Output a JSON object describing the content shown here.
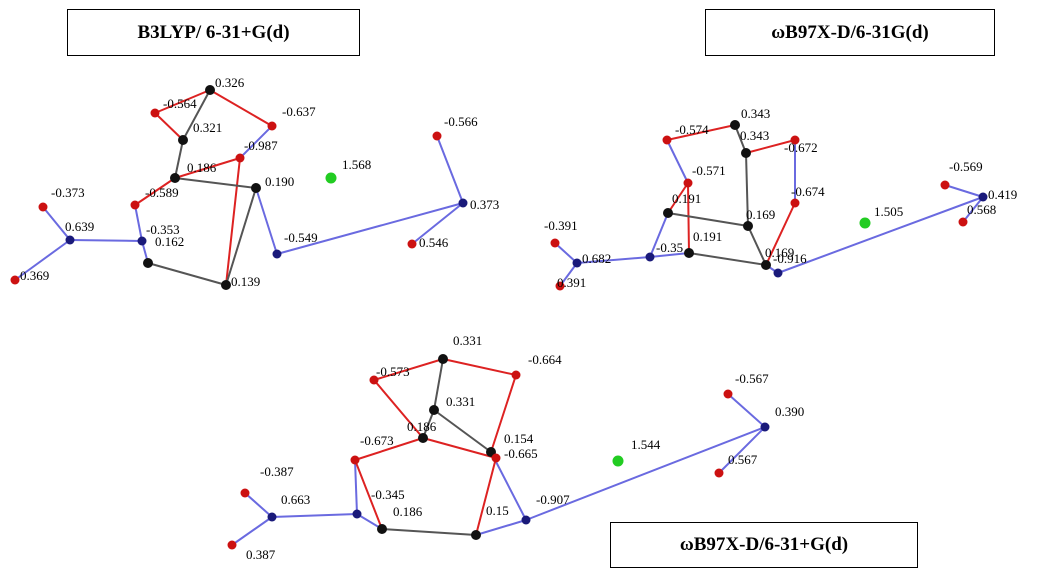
{
  "structures": [
    {
      "method": "B3LYP/ 6-31+G(d)",
      "atoms": [
        {
          "el": "C",
          "label": "0.326"
        },
        {
          "el": "O",
          "label": "-0.564"
        },
        {
          "el": "O",
          "label": "-0.637"
        },
        {
          "el": "C",
          "label": "0.321"
        },
        {
          "el": "O",
          "label": "-0.987"
        },
        {
          "el": "C",
          "label": "0.186"
        },
        {
          "el": "C",
          "label": "0.190"
        },
        {
          "el": "O",
          "label": "-0.589"
        },
        {
          "el": "N",
          "label": "-0.353"
        },
        {
          "el": "C",
          "label": "0.162"
        },
        {
          "el": "C",
          "label": "0.139"
        },
        {
          "el": "N",
          "label": "-0.549"
        },
        {
          "el": "N",
          "label": "0.639"
        },
        {
          "el": "O",
          "label": "-0.373"
        },
        {
          "el": "O",
          "label": "0.369"
        },
        {
          "el": "Cl",
          "label": "1.568"
        },
        {
          "el": "N",
          "label": "0.373"
        },
        {
          "el": "O",
          "label": "-0.566"
        },
        {
          "el": "O",
          "label": "0.546"
        }
      ]
    },
    {
      "method": "ωB97X-D/6-31G(d)",
      "atoms": [
        {
          "el": "C",
          "label": "0.343"
        },
        {
          "el": "O",
          "label": "-0.574"
        },
        {
          "el": "C",
          "label": "0.343"
        },
        {
          "el": "O",
          "label": "-0.672"
        },
        {
          "el": "O",
          "label": "-0.571"
        },
        {
          "el": "O",
          "label": "-0.674"
        },
        {
          "el": "C",
          "label": "0.191"
        },
        {
          "el": "C",
          "label": "0.169"
        },
        {
          "el": "N",
          "label": "-0.35"
        },
        {
          "el": "C",
          "label": "0.191"
        },
        {
          "el": "C",
          "label": "0.169"
        },
        {
          "el": "N",
          "label": "-0.916"
        },
        {
          "el": "N",
          "label": "0.682"
        },
        {
          "el": "O",
          "label": "-0.391"
        },
        {
          "el": "O",
          "label": "0.391"
        },
        {
          "el": "Cl",
          "label": "1.505"
        },
        {
          "el": "N",
          "label": "0.419"
        },
        {
          "el": "O",
          "label": "-0.569"
        },
        {
          "el": "O",
          "label": "0.568"
        }
      ]
    },
    {
      "method": "ωB97X-D/6-31+G(d)",
      "atoms": [
        {
          "el": "C",
          "label": "0.331"
        },
        {
          "el": "O",
          "label": "-0.573"
        },
        {
          "el": "O",
          "label": "-0.664"
        },
        {
          "el": "C",
          "label": "0.331"
        },
        {
          "el": "C",
          "label": "0.186"
        },
        {
          "el": "O",
          "label": "-0.673"
        },
        {
          "el": "C",
          "label": "0.154"
        },
        {
          "el": "O",
          "label": "-0.665"
        },
        {
          "el": "N",
          "label": "-0.345"
        },
        {
          "el": "C",
          "label": "0.186"
        },
        {
          "el": "C",
          "label": "0.15"
        },
        {
          "el": "N",
          "label": "-0.907"
        },
        {
          "el": "N",
          "label": "0.663"
        },
        {
          "el": "O",
          "label": "-0.387"
        },
        {
          "el": "O",
          "label": "0.387"
        },
        {
          "el": "Cl",
          "label": "1.544"
        },
        {
          "el": "N",
          "label": "0.390"
        },
        {
          "el": "O",
          "label": "-0.567"
        },
        {
          "el": "O",
          "label": "0.567"
        }
      ]
    }
  ],
  "element_colors": {
    "C": "#111111",
    "O": "#cc1111",
    "N": "#1a1a7a",
    "Cl": "#22cc22"
  },
  "bond_colors": {
    "CC": "#555555",
    "CO": "#dd2222",
    "CN": "#6a6ae0",
    "NO": "#6a6ae0",
    "NN": "#6a6ae0",
    "ClN": "#6a6ae0"
  }
}
